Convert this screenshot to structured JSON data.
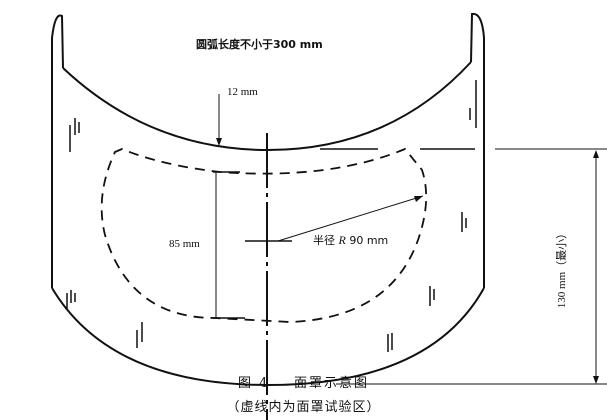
{
  "figure": {
    "number_label": "图 4",
    "title": "面罩示意图",
    "subtitle": "（虚线内为面罩试验区）"
  },
  "annotations": {
    "arc_length": "圆弧长度不小于300 mm",
    "thickness": "12 mm",
    "height_test_area": "85 mm",
    "radius_prefix": "半径",
    "radius_symbol": "R",
    "radius_value": "90 mm",
    "height_min": "130 mm（最小）"
  },
  "colors": {
    "line": "#111111",
    "background": "#ffffff"
  }
}
